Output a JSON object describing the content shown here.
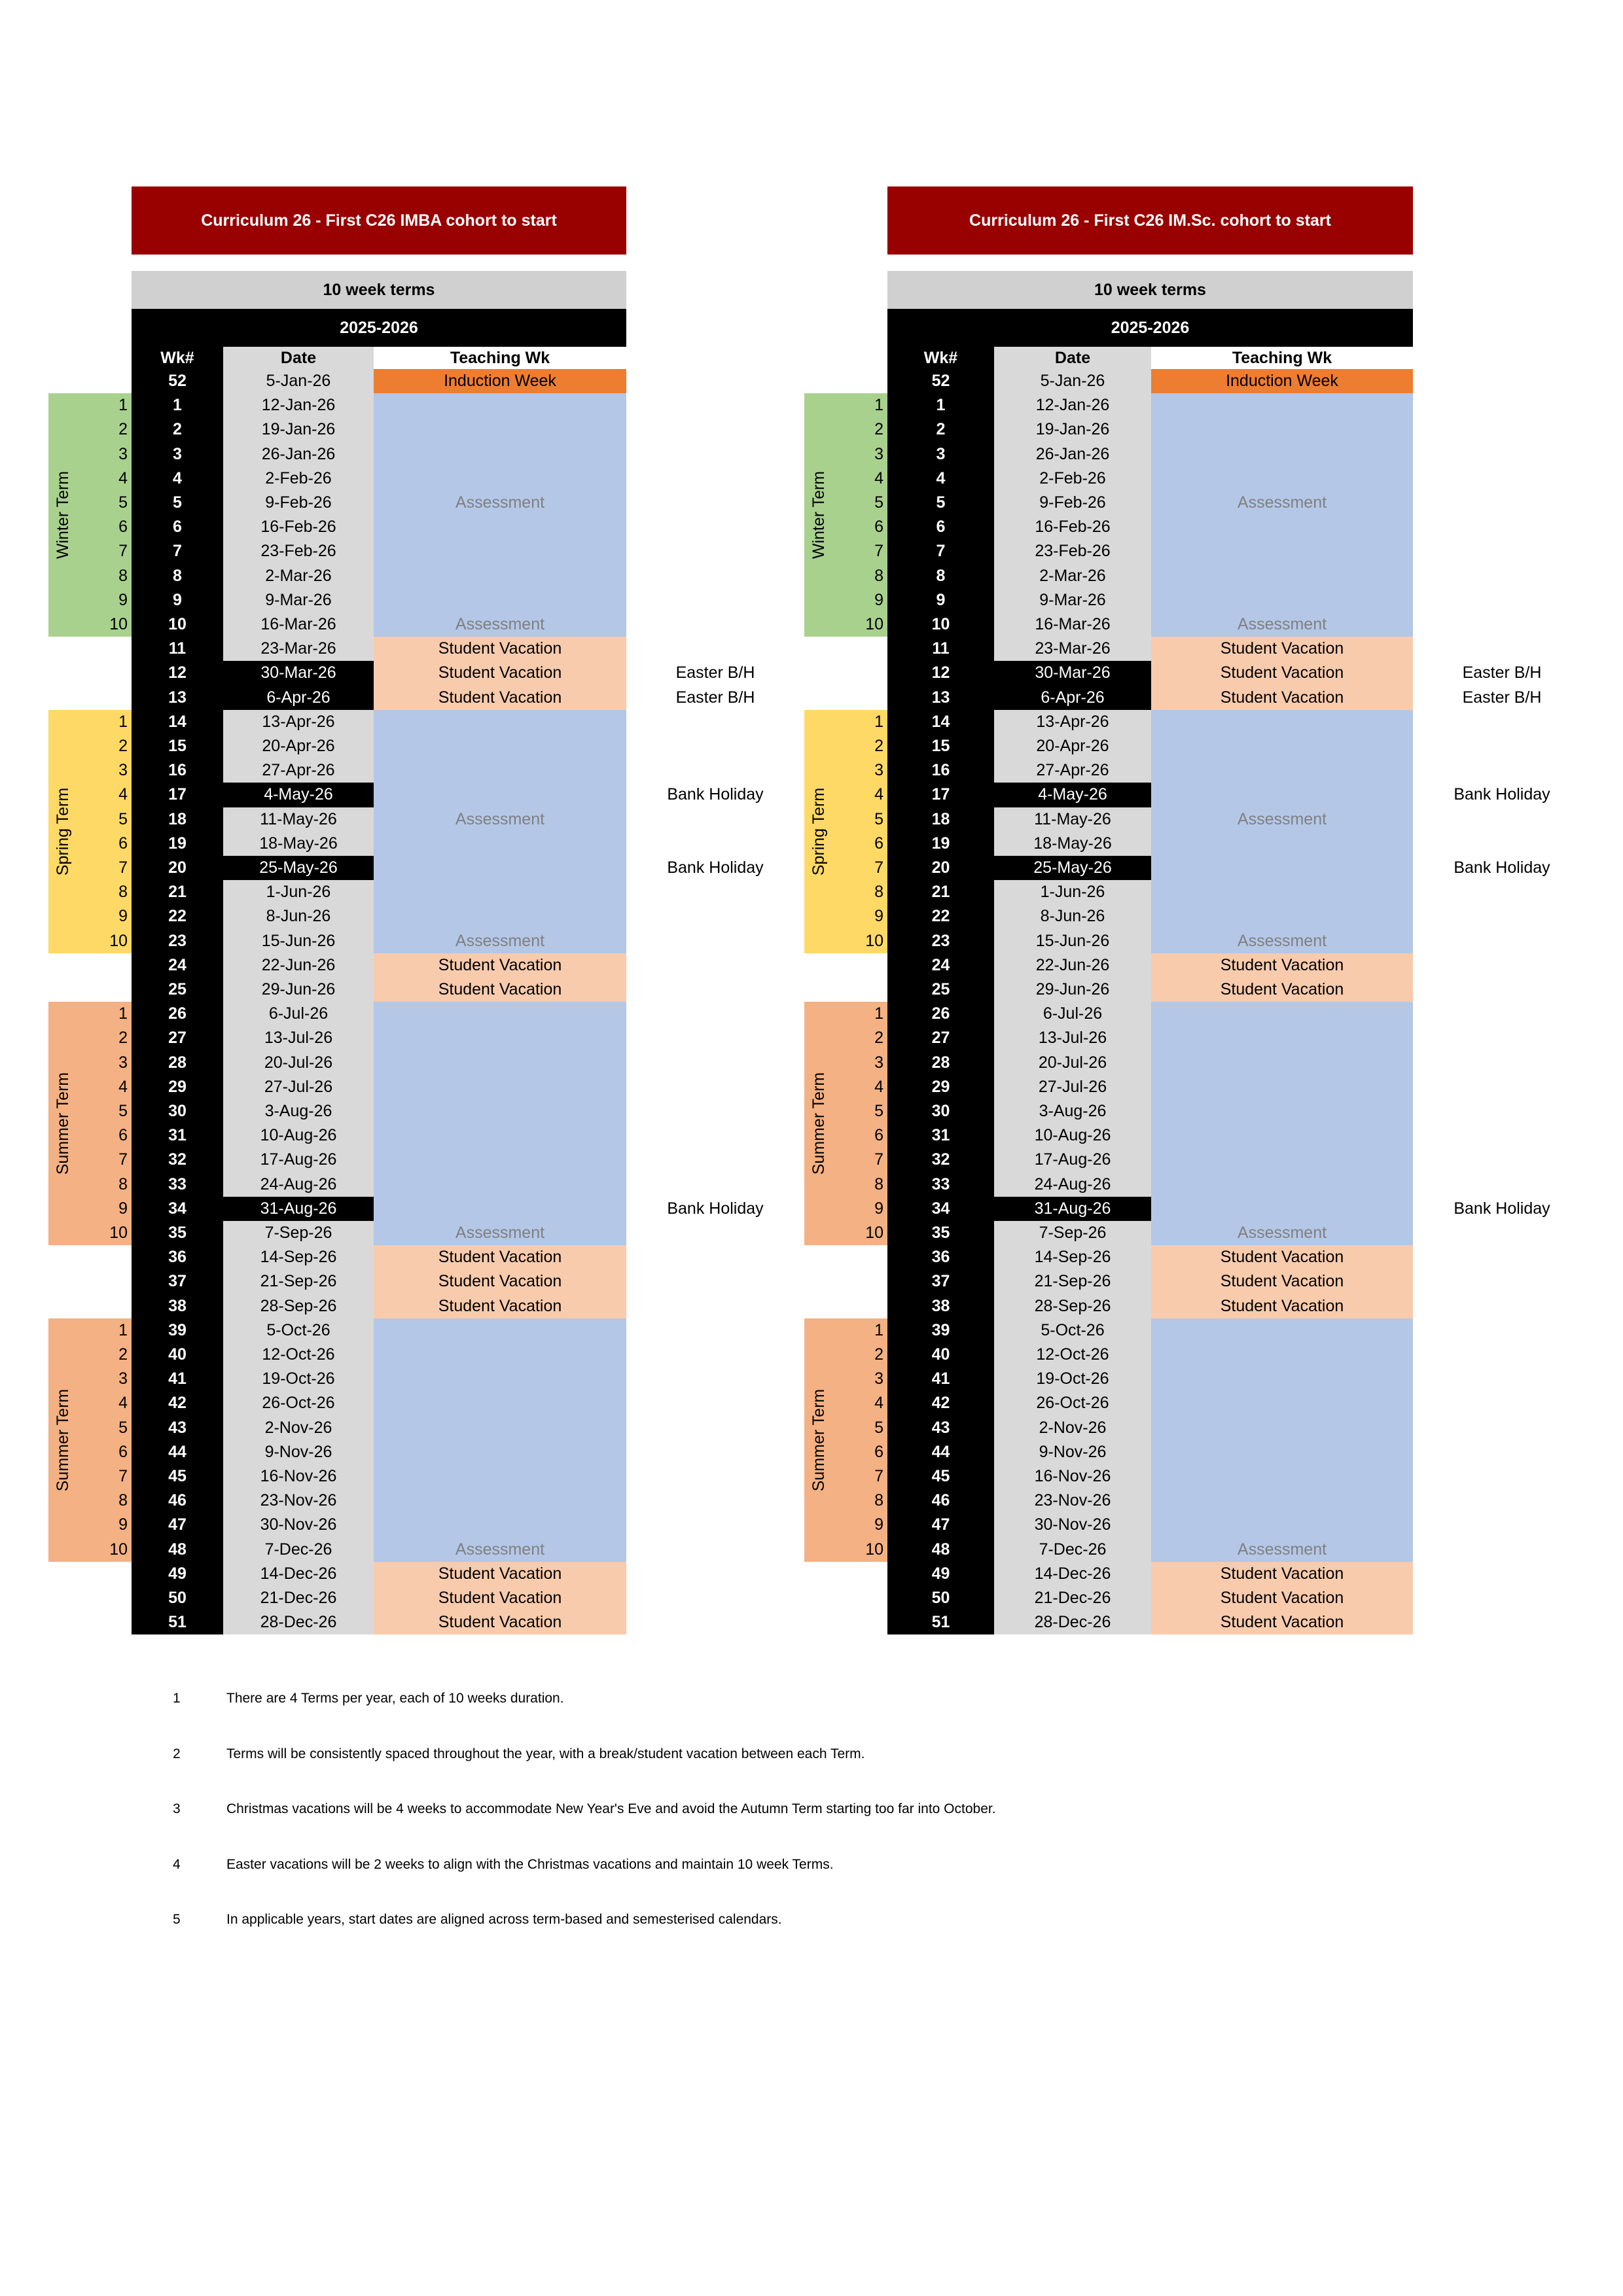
{
  "calendars": [
    {
      "title": "Curriculum 26 - First C26 IMBA cohort to start",
      "subtitle": "10 week terms",
      "year": "2025-2026",
      "columns": {
        "wk": "Wk#",
        "date": "Date",
        "teaching": "Teaching Wk"
      }
    },
    {
      "title": "Curriculum 26 - First C26 IM.Sc. cohort to start",
      "subtitle": "10 week terms",
      "year": "2025-2026",
      "columns": {
        "wk": "Wk#",
        "date": "Date",
        "teaching": "Teaching Wk"
      }
    }
  ],
  "rows": [
    {
      "wk": "52",
      "date": "5-Jan-26",
      "teach": "Induction Week",
      "type": "induction",
      "dark": false,
      "note": ""
    },
    {
      "wk": "1",
      "date": "12-Jan-26",
      "teach": "",
      "type": "term",
      "dark": false,
      "note": ""
    },
    {
      "wk": "2",
      "date": "19-Jan-26",
      "teach": "",
      "type": "term",
      "dark": false,
      "note": ""
    },
    {
      "wk": "3",
      "date": "26-Jan-26",
      "teach": "",
      "type": "term",
      "dark": false,
      "note": ""
    },
    {
      "wk": "4",
      "date": "2-Feb-26",
      "teach": "",
      "type": "term",
      "dark": false,
      "note": ""
    },
    {
      "wk": "5",
      "date": "9-Feb-26",
      "teach": "Assessment",
      "type": "term",
      "dark": false,
      "note": ""
    },
    {
      "wk": "6",
      "date": "16-Feb-26",
      "teach": "",
      "type": "term",
      "dark": false,
      "note": ""
    },
    {
      "wk": "7",
      "date": "23-Feb-26",
      "teach": "",
      "type": "term",
      "dark": false,
      "note": ""
    },
    {
      "wk": "8",
      "date": "2-Mar-26",
      "teach": "",
      "type": "term",
      "dark": false,
      "note": ""
    },
    {
      "wk": "9",
      "date": "9-Mar-26",
      "teach": "",
      "type": "term",
      "dark": false,
      "note": ""
    },
    {
      "wk": "10",
      "date": "16-Mar-26",
      "teach": "Assessment",
      "type": "term",
      "dark": false,
      "note": ""
    },
    {
      "wk": "11",
      "date": "23-Mar-26",
      "teach": "Student Vacation",
      "type": "vacation",
      "dark": false,
      "note": ""
    },
    {
      "wk": "12",
      "date": "30-Mar-26",
      "teach": "Student Vacation",
      "type": "vacation",
      "dark": true,
      "note": "Easter B/H"
    },
    {
      "wk": "13",
      "date": "6-Apr-26",
      "teach": "Student Vacation",
      "type": "vacation",
      "dark": true,
      "note": "Easter B/H"
    },
    {
      "wk": "14",
      "date": "13-Apr-26",
      "teach": "",
      "type": "term",
      "dark": false,
      "note": ""
    },
    {
      "wk": "15",
      "date": "20-Apr-26",
      "teach": "",
      "type": "term",
      "dark": false,
      "note": ""
    },
    {
      "wk": "16",
      "date": "27-Apr-26",
      "teach": "",
      "type": "term",
      "dark": false,
      "note": ""
    },
    {
      "wk": "17",
      "date": "4-May-26",
      "teach": "",
      "type": "term",
      "dark": true,
      "note": "Bank Holiday"
    },
    {
      "wk": "18",
      "date": "11-May-26",
      "teach": "Assessment",
      "type": "term",
      "dark": false,
      "note": ""
    },
    {
      "wk": "19",
      "date": "18-May-26",
      "teach": "",
      "type": "term",
      "dark": false,
      "note": ""
    },
    {
      "wk": "20",
      "date": "25-May-26",
      "teach": "",
      "type": "term",
      "dark": true,
      "note": "Bank Holiday"
    },
    {
      "wk": "21",
      "date": "1-Jun-26",
      "teach": "",
      "type": "term",
      "dark": false,
      "note": ""
    },
    {
      "wk": "22",
      "date": "8-Jun-26",
      "teach": "",
      "type": "term",
      "dark": false,
      "note": ""
    },
    {
      "wk": "23",
      "date": "15-Jun-26",
      "teach": "Assessment",
      "type": "term",
      "dark": false,
      "note": ""
    },
    {
      "wk": "24",
      "date": "22-Jun-26",
      "teach": "Student Vacation",
      "type": "vacation",
      "dark": false,
      "note": ""
    },
    {
      "wk": "25",
      "date": "29-Jun-26",
      "teach": "Student Vacation",
      "type": "vacation",
      "dark": false,
      "note": ""
    },
    {
      "wk": "26",
      "date": "6-Jul-26",
      "teach": "",
      "type": "term",
      "dark": false,
      "note": ""
    },
    {
      "wk": "27",
      "date": "13-Jul-26",
      "teach": "",
      "type": "term",
      "dark": false,
      "note": ""
    },
    {
      "wk": "28",
      "date": "20-Jul-26",
      "teach": "",
      "type": "term",
      "dark": false,
      "note": ""
    },
    {
      "wk": "29",
      "date": "27-Jul-26",
      "teach": "",
      "type": "term",
      "dark": false,
      "note": ""
    },
    {
      "wk": "30",
      "date": "3-Aug-26",
      "teach": "",
      "type": "term",
      "dark": false,
      "note": ""
    },
    {
      "wk": "31",
      "date": "10-Aug-26",
      "teach": "",
      "type": "term",
      "dark": false,
      "note": ""
    },
    {
      "wk": "32",
      "date": "17-Aug-26",
      "teach": "",
      "type": "term",
      "dark": false,
      "note": ""
    },
    {
      "wk": "33",
      "date": "24-Aug-26",
      "teach": "",
      "type": "term",
      "dark": false,
      "note": ""
    },
    {
      "wk": "34",
      "date": "31-Aug-26",
      "teach": "",
      "type": "term",
      "dark": true,
      "note": "Bank Holiday"
    },
    {
      "wk": "35",
      "date": "7-Sep-26",
      "teach": "Assessment",
      "type": "term",
      "dark": false,
      "note": ""
    },
    {
      "wk": "36",
      "date": "14-Sep-26",
      "teach": "Student Vacation",
      "type": "vacation",
      "dark": false,
      "note": ""
    },
    {
      "wk": "37",
      "date": "21-Sep-26",
      "teach": "Student Vacation",
      "type": "vacation",
      "dark": false,
      "note": ""
    },
    {
      "wk": "38",
      "date": "28-Sep-26",
      "teach": "Student Vacation",
      "type": "vacation",
      "dark": false,
      "note": ""
    },
    {
      "wk": "39",
      "date": "5-Oct-26",
      "teach": "",
      "type": "term",
      "dark": false,
      "note": ""
    },
    {
      "wk": "40",
      "date": "12-Oct-26",
      "teach": "",
      "type": "term",
      "dark": false,
      "note": ""
    },
    {
      "wk": "41",
      "date": "19-Oct-26",
      "teach": "",
      "type": "term",
      "dark": false,
      "note": ""
    },
    {
      "wk": "42",
      "date": "26-Oct-26",
      "teach": "",
      "type": "term",
      "dark": false,
      "note": ""
    },
    {
      "wk": "43",
      "date": "2-Nov-26",
      "teach": "",
      "type": "term",
      "dark": false,
      "note": ""
    },
    {
      "wk": "44",
      "date": "9-Nov-26",
      "teach": "",
      "type": "term",
      "dark": false,
      "note": ""
    },
    {
      "wk": "45",
      "date": "16-Nov-26",
      "teach": "",
      "type": "term",
      "dark": false,
      "note": ""
    },
    {
      "wk": "46",
      "date": "23-Nov-26",
      "teach": "",
      "type": "term",
      "dark": false,
      "note": ""
    },
    {
      "wk": "47",
      "date": "30-Nov-26",
      "teach": "",
      "type": "term",
      "dark": false,
      "note": ""
    },
    {
      "wk": "48",
      "date": "7-Dec-26",
      "teach": "Assessment",
      "type": "term",
      "dark": false,
      "note": ""
    },
    {
      "wk": "49",
      "date": "14-Dec-26",
      "teach": "Student Vacation",
      "type": "vacation",
      "dark": false,
      "note": ""
    },
    {
      "wk": "50",
      "date": "21-Dec-26",
      "teach": "Student Vacation",
      "type": "vacation",
      "dark": false,
      "note": ""
    },
    {
      "wk": "51",
      "date": "28-Dec-26",
      "teach": "Student Vacation",
      "type": "vacation",
      "dark": false,
      "note": ""
    }
  ],
  "terms": [
    {
      "label": "Winter Term",
      "start": 1,
      "color": "#a9d18e",
      "numbers": [
        "1",
        "2",
        "3",
        "4",
        "5",
        "6",
        "7",
        "8",
        "9",
        "10"
      ]
    },
    {
      "label": "Spring Term",
      "start": 14,
      "color": "#ffd966",
      "numbers": [
        "1",
        "2",
        "3",
        "4",
        "5",
        "6",
        "7",
        "8",
        "9",
        "10"
      ]
    },
    {
      "label": "Summer Term",
      "start": 26,
      "color": "#f4b183",
      "numbers": [
        "1",
        "2",
        "3",
        "4",
        "5",
        "6",
        "7",
        "8",
        "9",
        "10"
      ]
    },
    {
      "label": "Summer Term",
      "start": 39,
      "color": "#f4b183",
      "numbers": [
        "1",
        "2",
        "3",
        "4",
        "5",
        "6",
        "7",
        "8",
        "9",
        "10"
      ]
    }
  ],
  "colors": {
    "banner": "#990000",
    "teaching": "#b4c7e7",
    "vacation": "#f8cbad",
    "induction": "#ed7d31",
    "assessment_text": "#808080"
  },
  "notes": [
    {
      "num": "1",
      "text": "There are 4 Terms per year, each of 10 weeks duration."
    },
    {
      "num": "2",
      "text": "Terms will be consistently spaced throughout the year, with a break/student vacation between each Term."
    },
    {
      "num": "3",
      "text": "Christmas vacations will be 4 weeks to accommodate New Year's Eve and avoid the Autumn Term starting too far into October."
    },
    {
      "num": "4",
      "text": "Easter vacations will be 2 weeks to align with the Christmas vacations and maintain 10 week Terms."
    },
    {
      "num": "5",
      "text": "In applicable years, start dates are aligned across term-based and semesterised calendars."
    }
  ]
}
